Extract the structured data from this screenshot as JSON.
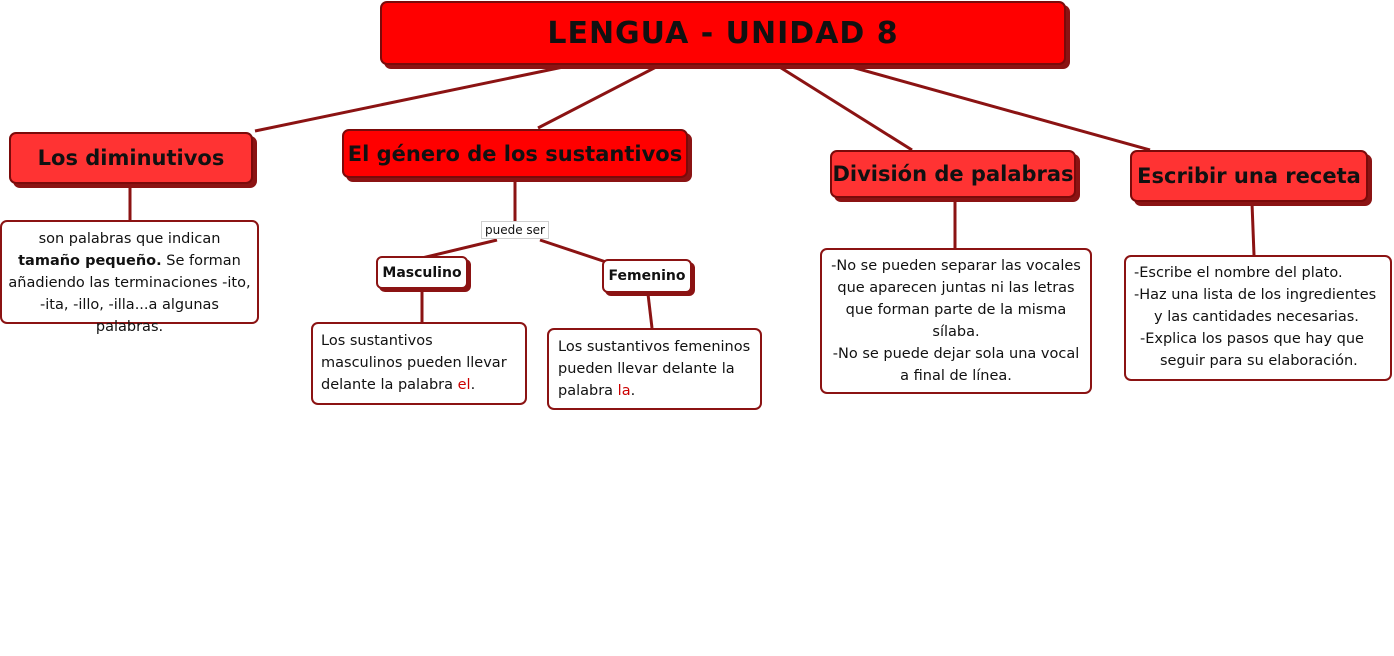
{
  "title": "LENGUA - UNIDAD 8",
  "topics": {
    "diminutivos": {
      "label": "Los diminutivos",
      "desc": {
        "p1": "son palabras que indican ",
        "b1": "tamaño pequeño.",
        "p2": " Se forman añadiendo las terminaciones -ito, -ita, -illo, -illa...a algunas palabras."
      }
    },
    "genero": {
      "label": "El género de los sustantivos",
      "link_label": "puede ser",
      "masculino": {
        "label": "Masculino",
        "desc_text": "Los sustantivos masculinos pueden llevar delante la palabra ",
        "desc_word": "el",
        "desc_end": "."
      },
      "femenino": {
        "label": "Femenino",
        "desc_text": "Los sustantivos femeninos pueden llevar delante la palabra ",
        "desc_word": "la",
        "desc_end": "."
      }
    },
    "division": {
      "label": "División de palabras",
      "desc_lines": [
        "-No se pueden separar las vocales",
        "que aparecen juntas ni las letras",
        "que forman parte de la misma",
        "sílaba.",
        "-No se puede dejar sola una vocal",
        "a final de línea."
      ]
    },
    "receta": {
      "label": "Escribir una receta",
      "desc_lines": [
        "-Escribe el nombre del plato.",
        "-Haz una lista de los ingredientes",
        "y las cantidades necesarias.",
        "-Explica los pasos que hay que",
        "seguir para su elaboración."
      ]
    }
  },
  "colors": {
    "title_fill": "#ff0000",
    "topic_fill": "#ff3333",
    "border": "#8b1313",
    "highlight": "#cc0000"
  }
}
